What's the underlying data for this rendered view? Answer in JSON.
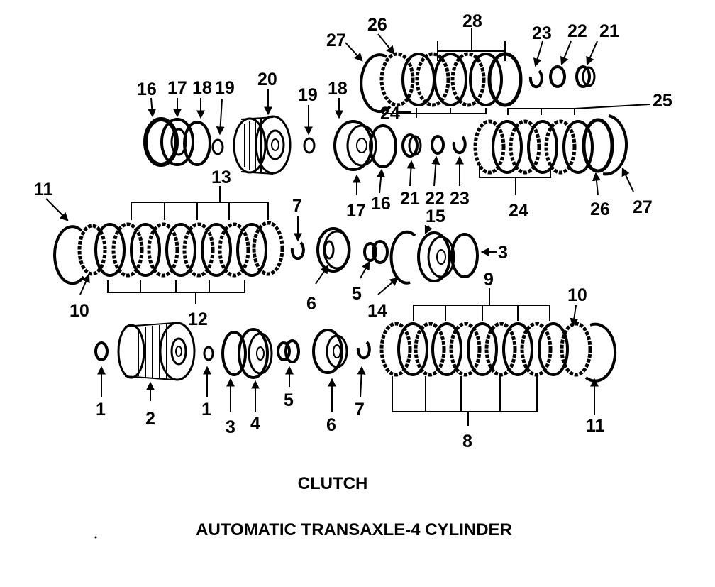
{
  "diagram": {
    "title": "CLUTCH",
    "subtitle": "AUTOMATIC TRANSAXLE-4 CYLINDER",
    "callouts": {
      "c1a": "1",
      "c1b": "1",
      "c2": "2",
      "c3a": "3",
      "c3b": "3",
      "c4": "4",
      "c5a": "5",
      "c5b": "5",
      "c6a": "6",
      "c6b": "6",
      "c7a": "7",
      "c7b": "7",
      "c8": "8",
      "c9": "9",
      "c10a": "10",
      "c10b": "10",
      "c11a": "11",
      "c11b": "11",
      "c12": "12",
      "c13": "13",
      "c14": "14",
      "c15": "15",
      "c16a": "16",
      "c16b": "16",
      "c17a": "17",
      "c17b": "17",
      "c18a": "18",
      "c18b": "18",
      "c19a": "19",
      "c19b": "19",
      "c20": "20",
      "c21a": "21",
      "c21b": "21",
      "c22a": "22",
      "c22b": "22",
      "c23a": "23",
      "c23b": "23",
      "c24a": "24",
      "c24b": "24",
      "c25": "25",
      "c26a": "26",
      "c26b": "26",
      "c27a": "27",
      "c27b": "27",
      "c28": "28"
    }
  }
}
